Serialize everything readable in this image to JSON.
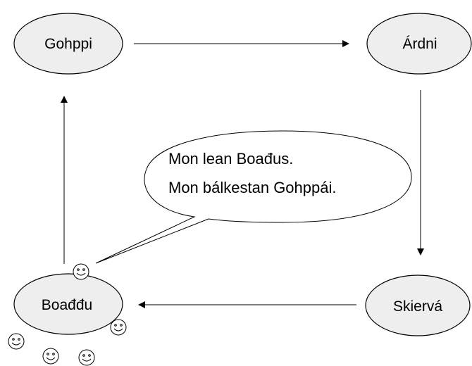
{
  "nodes": {
    "gohppi": {
      "label": "Gohppi"
    },
    "ardni": {
      "label": "Árdni"
    },
    "skierva": {
      "label": "Skiervá"
    },
    "boaddu": {
      "label": "Boađđu"
    }
  },
  "speech_bubble": {
    "line1": "Mon lean Boađus.",
    "line2": "Mon bálkestan Gohppái."
  },
  "icons": {
    "smiley": "smiley-icon",
    "arrowhead": "arrowhead-icon"
  }
}
